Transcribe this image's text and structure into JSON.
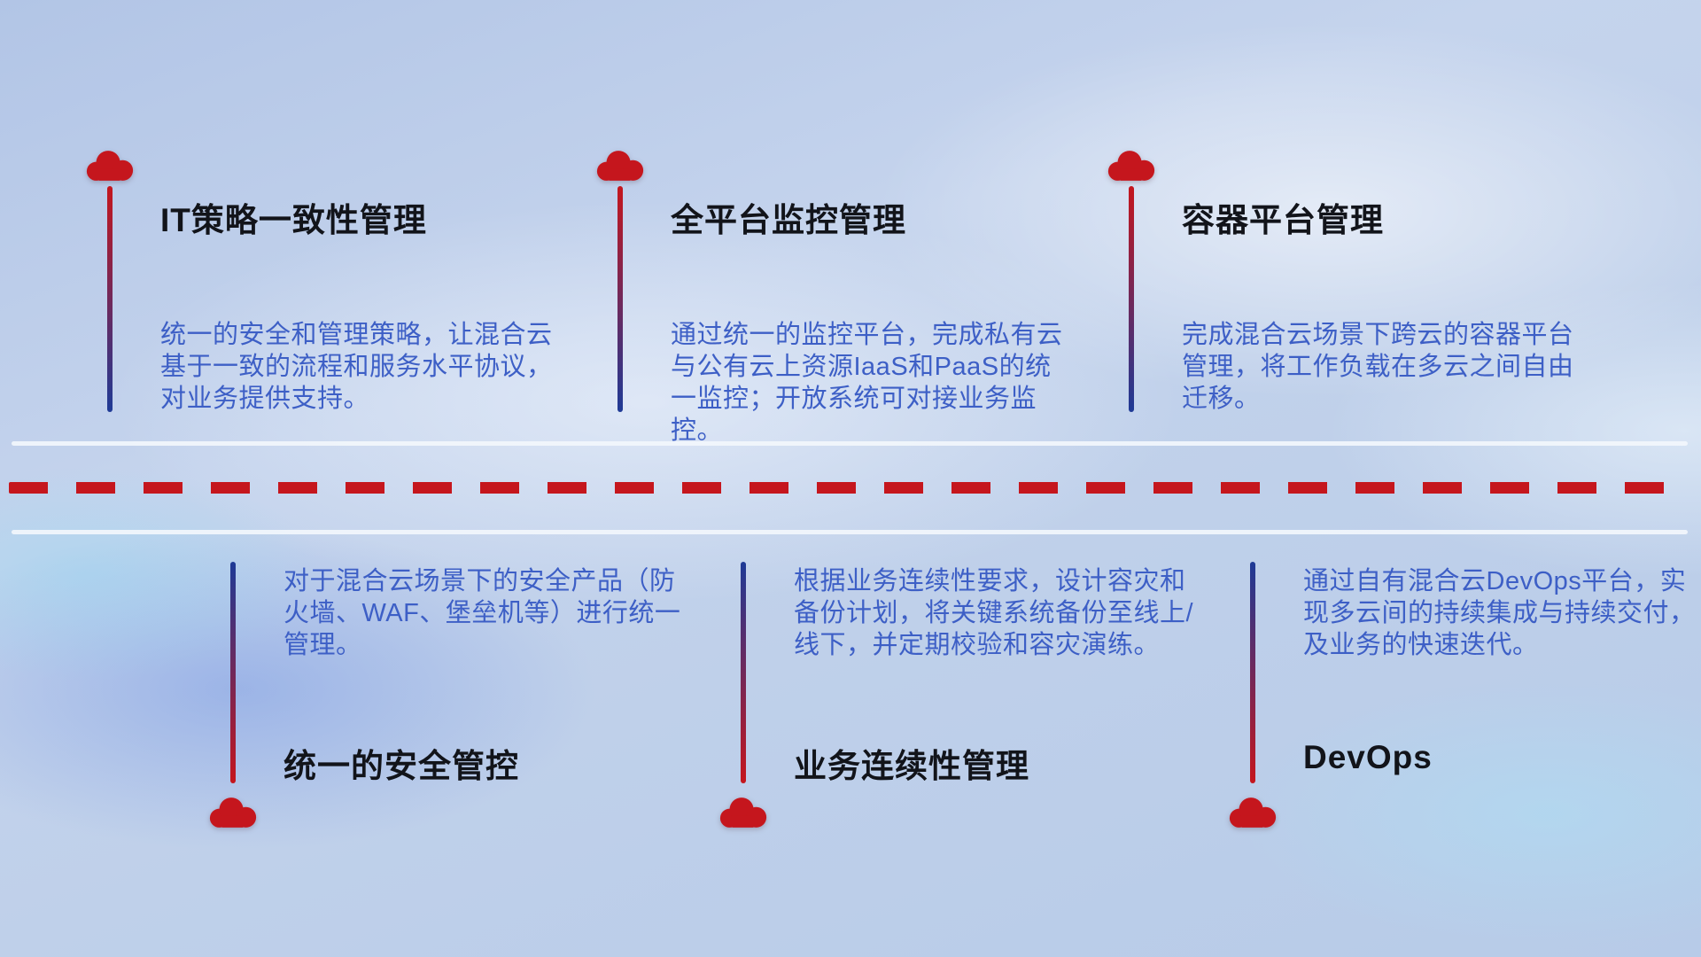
{
  "colors": {
    "accent_red": "#c5161d",
    "stem_blue": "#1e3a96",
    "title_color": "#12141a",
    "desc_color": "#3d5fc6",
    "divider_color": "#f2f6fc"
  },
  "top_items": [
    {
      "title": "IT策略一致性管理",
      "desc": "统一的安全和管理策略，让混合云基于一致的流程和服务水平协议，对业务提供支持。"
    },
    {
      "title": "全平台监控管理",
      "desc": "通过统一的监控平台，完成私有云与公有云上资源IaaS和PaaS的统一监控；开放系统可对接业务监控。"
    },
    {
      "title": "容器平台管理",
      "desc": "完成混合云场景下跨云的容器平台管理，将工作负载在多云之间自由迁移。"
    }
  ],
  "bottom_items": [
    {
      "title": "统一的安全管控",
      "desc": "对于混合云场景下的安全产品（防火墙、WAF、堡垒机等）进行统一管理。"
    },
    {
      "title": "业务连续性管理",
      "desc": "根据业务连续性要求，设计容灾和备份计划，将关键系统备份至线上/线下，并定期校验和容灾演练。"
    },
    {
      "title": "DevOps",
      "desc": "通过自有混合云DevOps平台，实现多云间的持续集成与持续交付，及业务的快速迭代。"
    }
  ]
}
